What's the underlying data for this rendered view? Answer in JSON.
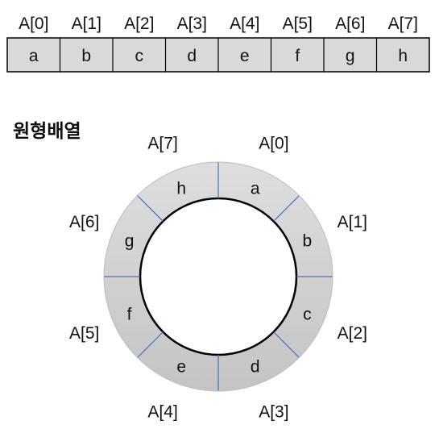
{
  "linear_array": {
    "indices": [
      "A[0]",
      "A[1]",
      "A[2]",
      "A[3]",
      "A[4]",
      "A[5]",
      "A[6]",
      "A[7]"
    ],
    "values": [
      "a",
      "b",
      "c",
      "d",
      "e",
      "f",
      "g",
      "h"
    ]
  },
  "circular": {
    "title": "원형배열",
    "segments": [
      {
        "index": "A[0]",
        "value": "a"
      },
      {
        "index": "A[1]",
        "value": "b"
      },
      {
        "index": "A[2]",
        "value": "c"
      },
      {
        "index": "A[3]",
        "value": "d"
      },
      {
        "index": "A[4]",
        "value": "e"
      },
      {
        "index": "A[5]",
        "value": "f"
      },
      {
        "index": "A[6]",
        "value": "g"
      },
      {
        "index": "A[7]",
        "value": "h"
      }
    ]
  },
  "colors": {
    "cell_fill": "#d9d9d9",
    "ring_fill": "#cccccc",
    "divider": "#4472c4",
    "stroke": "#000000"
  }
}
